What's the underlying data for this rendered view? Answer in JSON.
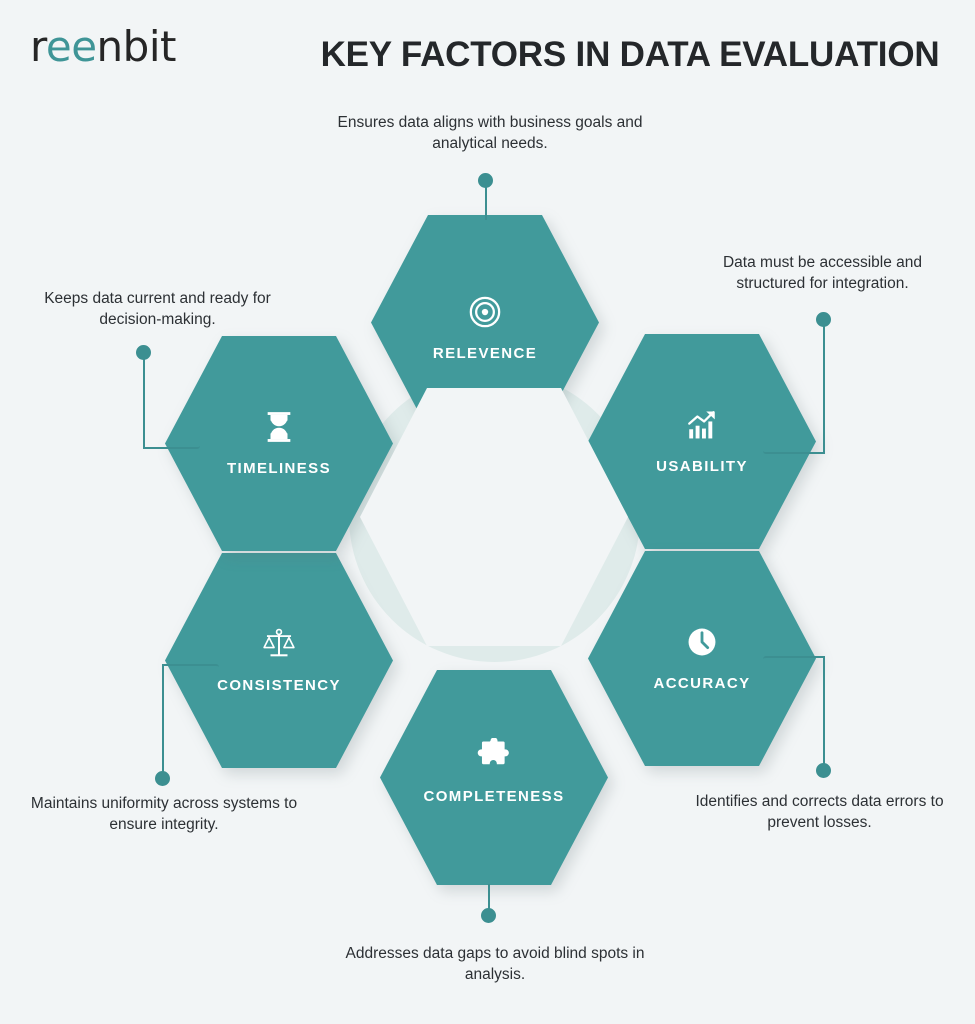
{
  "brand": {
    "logo_part1": "r",
    "logo_part2": "ee",
    "logo_part3": "nbit"
  },
  "header": {
    "title": "KEY FACTORS IN DATA EVALUATION"
  },
  "colors": {
    "background": "#F2F5F6",
    "hexagon": "#419A9B",
    "ring": "#DFEBEA",
    "connector": "#3C8F91",
    "brand_teal": "#3F9597",
    "text": "#2C3034",
    "title": "#24272A"
  },
  "factors": [
    {
      "id": "relevence",
      "label": "RELEVENCE",
      "icon": "target-icon",
      "caption": "Ensures data aligns with business goals and analytical needs."
    },
    {
      "id": "usability",
      "label": "USABILITY",
      "icon": "bar-chart-trend-icon",
      "caption": "Data must be accessible and structured for integration."
    },
    {
      "id": "accuracy",
      "label": "ACCURACY",
      "icon": "clock-icon",
      "caption": "Identifies and corrects data errors to prevent losses."
    },
    {
      "id": "completeness",
      "label": "COMPLETENESS",
      "icon": "puzzle-piece-icon",
      "caption": "Addresses data gaps to avoid blind spots in analysis."
    },
    {
      "id": "consistency",
      "label": "CONSISTENCY",
      "icon": "balance-scales-icon",
      "caption": "Maintains uniformity across systems to ensure integrity."
    },
    {
      "id": "timeliness",
      "label": "TIMELINESS",
      "icon": "hourglass-icon",
      "caption": "Keeps data current and ready for decision-making."
    }
  ]
}
